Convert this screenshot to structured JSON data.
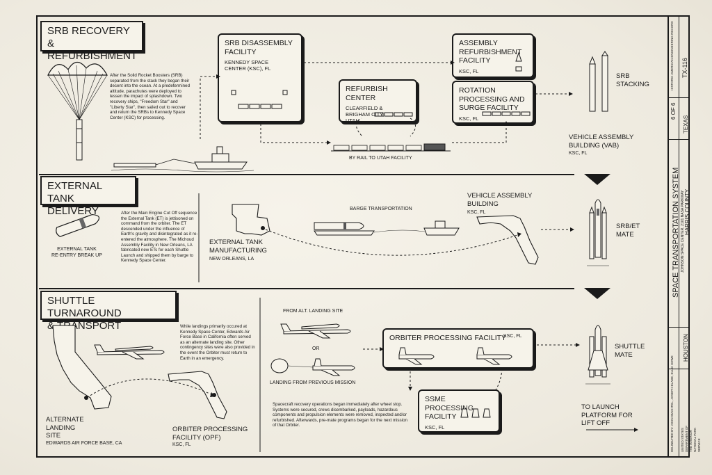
{
  "srb": {
    "title": "SRB RECOVERY &\nREFURBISHMENT",
    "paragraph": "After the Solid Rocket Boosters (SRB) separated from the stack they began their decent into the ocean. At a predetermined altitude, parachutes were deployed to lessen the impact of splashdown. Two recovery ships, \"Freedom Star\" and \"Liberty Star\", then sailed out to recover and return the SRBs to Kennedy Space Center (KSC) for processing.",
    "disassembly": {
      "title": "SRB DISASSEMBLY\nFACILITY",
      "sub": "KENNEDY SPACE\nCENTER (KSC), FL"
    },
    "refurbish": {
      "title": "REFURBISH CENTER",
      "sub": "CLEARFIELD &\nBRIGHAM CITY,\nUTAH"
    },
    "assembly": {
      "title": "ASSEMBLY\nREFURBISHMENT\nFACILITY",
      "sub": "KSC, FL"
    },
    "rotation": {
      "title": "ROTATION\nPROCESSING AND\nSURGE FACILITY",
      "sub": "KSC, FL"
    },
    "rail": "BY RAIL TO UTAH FACILITY",
    "stacking": "SRB\nSTACKING",
    "vab": "VEHICLE ASSEMBLY\nBUILDING (VAB)",
    "vab_loc": "KSC, FL"
  },
  "et": {
    "title": "EXTERNAL TANK\nDELIVERY",
    "breakup": "EXTERNAL TANK\nRE-ENTRY BREAK UP",
    "paragraph": "After the Main Engine Cut Off sequence the External Tank (ET) is jettisoned on command from the orbiter. The ET descended under the influence of Earth's gravity and disintegrated as it re-entered the atmosphere. The Michoud Assembly Facility in New Orleans, LA fabricated new ETs for each Shuttle Launch and shipped them by barge to Kennedy Space Center.",
    "manufacturing": "EXTERNAL TANK\nMANUFACTURING",
    "manufacturing_loc": "NEW ORLEANS, LA",
    "barge": "BARGE TRANSPORTATION",
    "vab": "VEHICLE ASSEMBLY\nBUILDING",
    "vab_loc": "KSC, FL",
    "mate": "SRB/ET\nMATE"
  },
  "shuttle": {
    "title": "SHUTTLE TURNAROUND\n& TRANSPORT",
    "paragraph": "While landings primarily occured at Kennedy Space Center, Edwards Air Force Base in California often served as an alternate landing site. Other contingency sites were also provided in the event the Orbiter must return to Earth in an emergency.",
    "alternate": "ALTERNATE\nLANDING\nSITE",
    "alternate_loc": "EDWARDS AIR FORCE BASE, CA",
    "opf": "ORBITER PROCESSING\nFACILITY (OPF)",
    "opf_loc": "KSC, FL",
    "from_alt": "FROM ALT. LANDING SITE",
    "or": "OR",
    "from_mission": "LANDING FROM PREVIOUS MISSION",
    "opf_box": {
      "title": "ORBITER PROCESSING FACILITY",
      "loc": "KSC, FL"
    },
    "ssme": {
      "title": "SSME PROCESSING\nFACILITY",
      "sub": "KSC, FL"
    },
    "recovery_paragraph": "Spacecraft recovery operations began immediately after wheel stop. Systems were secured, crews disembarked, payloads, hazardous components and propulsion elements were removed, inspected and/or refurbished. Afterwards, pre-mate programs began for the next mission of that Orbiter.",
    "mate": "SHUTTLE\nMATE",
    "launch": "TO LAUNCH\nPLATFORM FOR\nLIFT OFF"
  },
  "titleblock": {
    "project": "SPACE TRANSPORTATION SYSTEM",
    "address": "JOHNSON SPACE CENTER, 2101 NASA PARKWAY",
    "county": "HARRIS COUNTY",
    "city": "HOUSTON",
    "state": "TEXAS",
    "sheet": "6 OF 6",
    "survey": "HISTORIC AMERICAN ENGINEERING RECORD",
    "number": "TX-116",
    "delineated": "DELINEATED BY: JOHN WACHTEL, JOSEPH ELABE, ELLIA HOWE",
    "agency": "UNITED STATES DEPARTMENT OF THE INTERIOR\nNATIONAL PARK SERVICE"
  }
}
